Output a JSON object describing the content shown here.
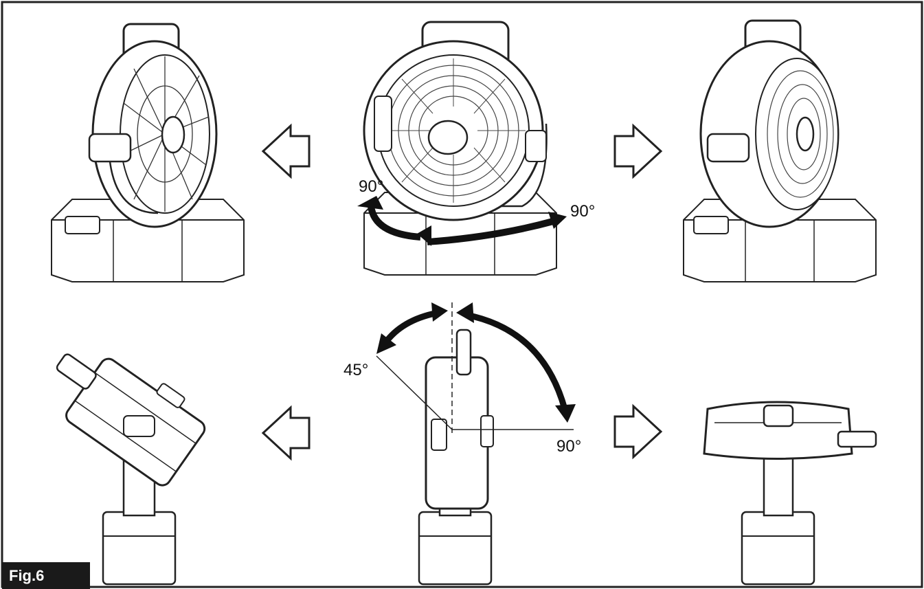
{
  "figure": {
    "label": "Fig.6"
  },
  "angles": {
    "swivel_left": "90°",
    "swivel_right": "90°",
    "tilt_back": "45°",
    "tilt_forward": "90°"
  },
  "icons": {
    "arrows": [
      "left-outline-arrow",
      "right-outline-arrow"
    ],
    "rotation": [
      "curved-double-arrow"
    ]
  }
}
